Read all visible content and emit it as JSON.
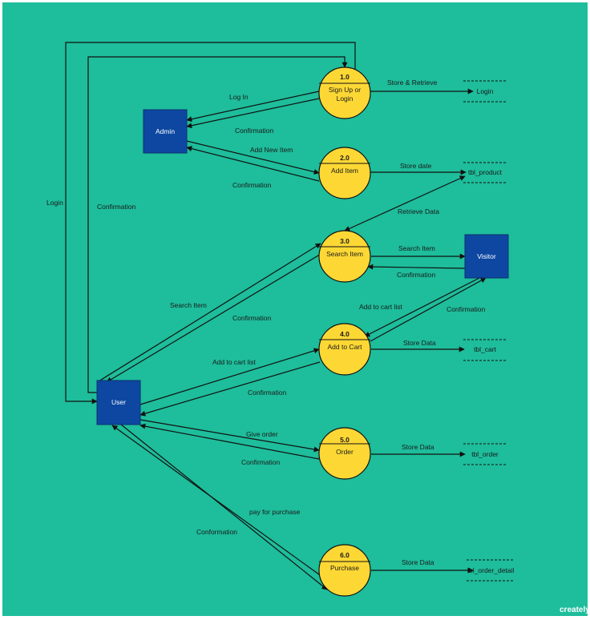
{
  "colors": {
    "background": "#1ebd9b",
    "process_fill": "#fdd835",
    "entity_fill": "#0d47a1",
    "line": "#111111"
  },
  "entities": {
    "admin": "Admin",
    "user": "User",
    "visitor": "Visitor"
  },
  "processes": [
    {
      "id": "1.0",
      "name_lines": [
        "Sign Up or",
        "Login"
      ]
    },
    {
      "id": "2.0",
      "name_lines": [
        "Add Item"
      ]
    },
    {
      "id": "3.0",
      "name_lines": [
        "Search Item"
      ]
    },
    {
      "id": "4.0",
      "name_lines": [
        "Add to Cart"
      ]
    },
    {
      "id": "5.0",
      "name_lines": [
        "Order"
      ]
    },
    {
      "id": "6.0",
      "name_lines": [
        "Purchase"
      ]
    }
  ],
  "stores": [
    "Login",
    "tbl_product",
    "tbl_cart",
    "tbl_order",
    "tbl_order_detail"
  ],
  "flows": {
    "admin_login": "Log In",
    "admin_login_confirm": "Confirmation",
    "admin_add_item": "Add New Item",
    "admin_add_confirm": "Confirmation",
    "store_retrieve": "Store & Retrieve",
    "store_date": "Store date",
    "retrieve_data": "Retrieve Data",
    "visitor_search": "Search Item",
    "visitor_search_confirm": "Confirmation",
    "visitor_cart": "Add to cart list",
    "visitor_cart_confirm": "Confirmation",
    "cart_store": "Store Data",
    "order_store": "Store Data",
    "purchase_store": "Store Data",
    "user_login": "Login",
    "user_login_confirm": "Confirmation",
    "user_search": "Search Item",
    "user_search_confirm": "Confirmation",
    "user_cart": "Add to cart list",
    "user_cart_confirm": "Confirmation",
    "user_order": "Give order",
    "user_order_confirm": "Confirmation",
    "user_pay": "pay for purchase",
    "user_pay_confirm": "Conformation"
  },
  "brand": {
    "logo_text": "creately"
  }
}
